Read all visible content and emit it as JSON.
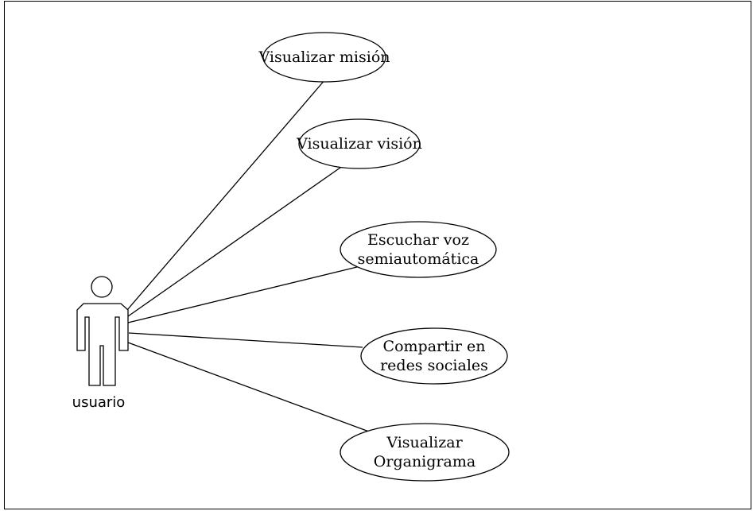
{
  "actor": {
    "name": "usuario"
  },
  "use_cases": [
    {
      "lines": [
        "Visualizar misión"
      ]
    },
    {
      "lines": [
        "Visualizar visión"
      ]
    },
    {
      "lines": [
        "Escuchar voz",
        "semiautomática"
      ]
    },
    {
      "lines": [
        "Compartir en",
        "redes sociales"
      ]
    },
    {
      "lines": [
        "Visualizar",
        "Organigrama"
      ]
    }
  ]
}
